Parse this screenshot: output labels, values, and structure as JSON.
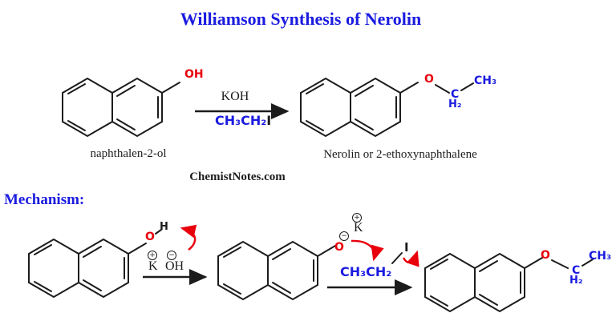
{
  "colors": {
    "blue": "#1b1be0",
    "red": "#e8000d",
    "ink": "#1c1c1c"
  },
  "header": {
    "title": "Williamson Synthesis of Nerolin"
  },
  "watermark": "ChemistNotes.com",
  "reaction": {
    "reactant": {
      "name_label": "naphthalen-2-ol",
      "oh_label": "OH"
    },
    "arrow": {
      "above": "KOH",
      "below_ethyl": "CH₃CH₂",
      "below_iodide": "I"
    },
    "product": {
      "name_label": "Nerolin or 2-ethoxynaphthalene",
      "o": "O",
      "c": "C",
      "h2": "H₂",
      "ch3": "CH₃"
    }
  },
  "mechanism": {
    "heading": "Mechanism:",
    "step1": {
      "o": "O",
      "h": "H",
      "k_sign": "+",
      "k": "K",
      "hydroxide_sign": "−",
      "hydroxide": "OH"
    },
    "step2": {
      "o": "O",
      "o_sign": "−",
      "k_sign": "+",
      "k": "K",
      "ethyl": "CH₃CH₂",
      "iodide": "I"
    },
    "step3": {
      "o": "O",
      "c": "C",
      "h2": "H₂",
      "ch3": "CH₃"
    }
  }
}
